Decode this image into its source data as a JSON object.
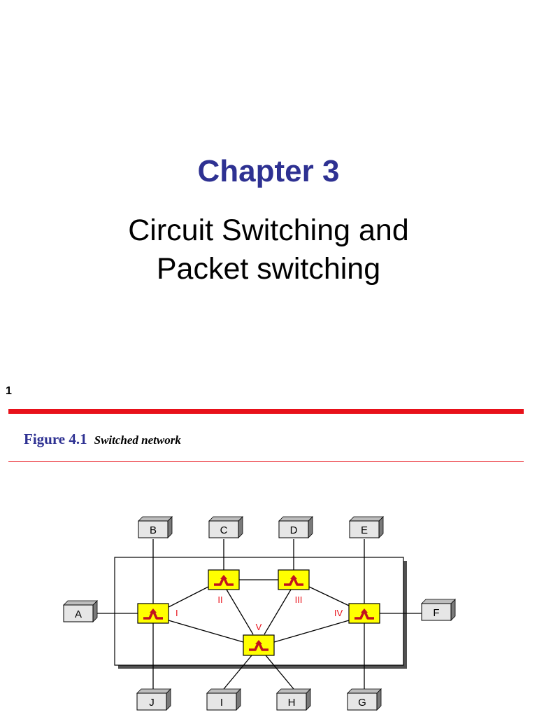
{
  "slide": {
    "title": "Chapter 3",
    "subtitle_line1": "Circuit Switching and",
    "subtitle_line2": "Packet switching",
    "page_number": "1"
  },
  "figure": {
    "number": "Figure 4.1",
    "caption": "Switched network",
    "stations": {
      "A": "A",
      "B": "B",
      "C": "C",
      "D": "D",
      "E": "E",
      "F": "F",
      "G": "G",
      "H": "H",
      "I": "I",
      "J": "J"
    },
    "switches": {
      "I": "I",
      "II": "II",
      "III": "III",
      "IV": "IV",
      "V": "V"
    }
  },
  "colors": {
    "title": "#2e3192",
    "rule": "#e8111a",
    "switch_fill": "#ffff00",
    "switch_label": "#e8111a",
    "station_fill": "#e6e6e6"
  }
}
